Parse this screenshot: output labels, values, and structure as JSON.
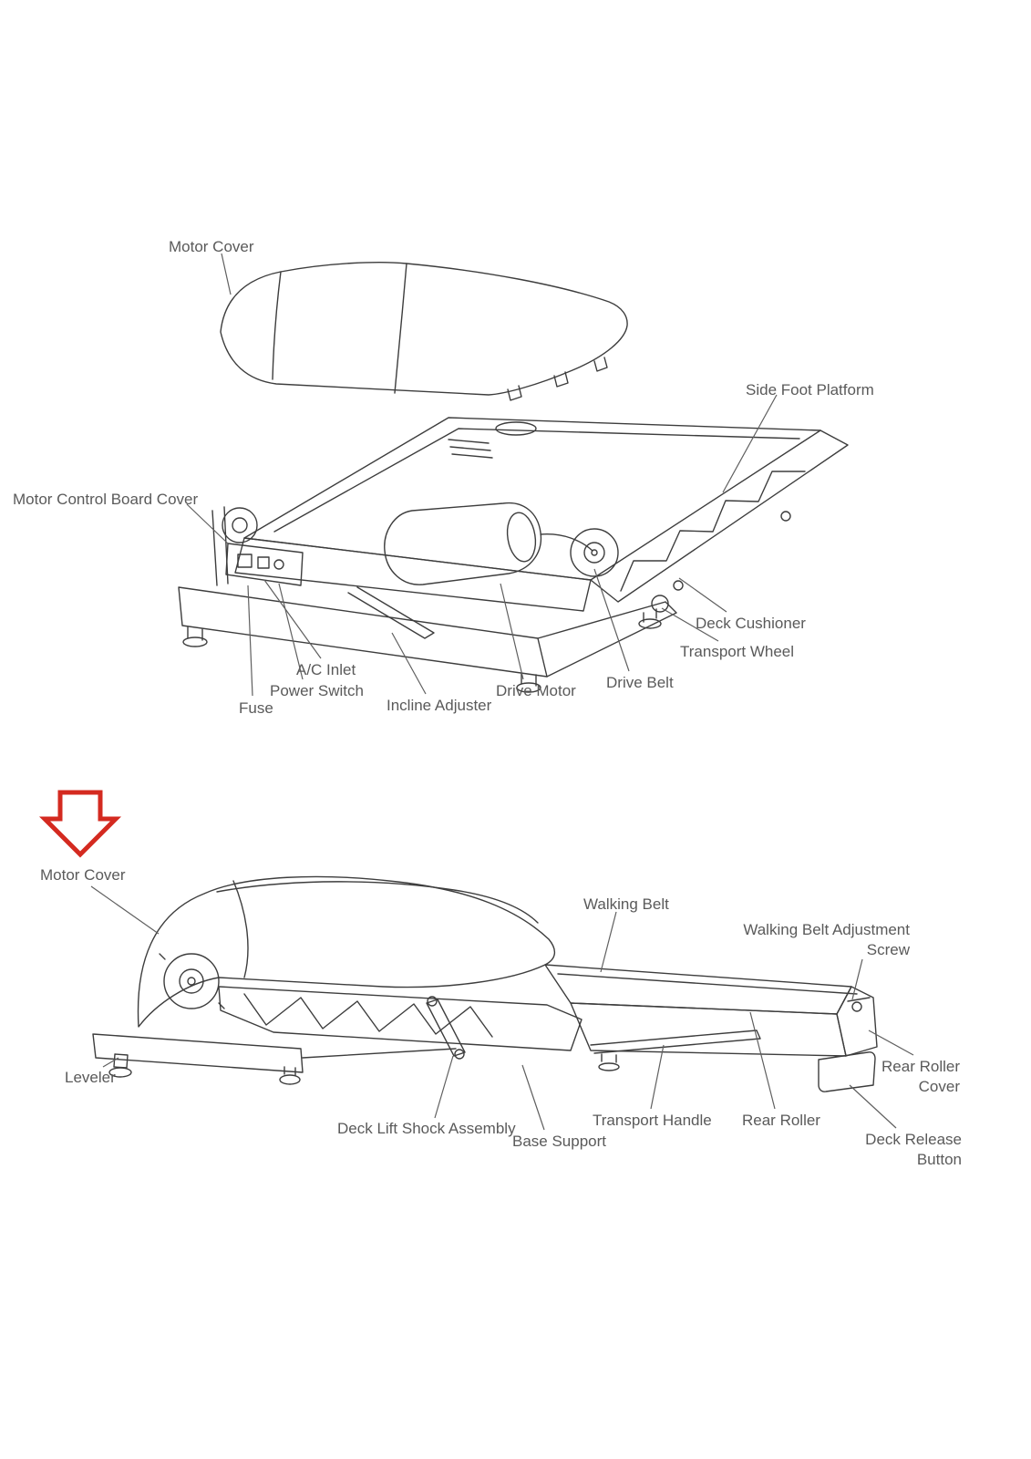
{
  "page": {
    "background": "#ffffff",
    "label_color": "#5a5a5a",
    "line_color": "#3d3d3d",
    "leader_color": "#5f5f5f",
    "arrow_color": "#d42a20"
  },
  "top_diagram": {
    "title": "treadmill-exploded-view",
    "labels": {
      "motor_cover": "Motor Cover",
      "side_foot_platform": "Side Foot Platform",
      "motor_control_board_cover": "Motor Control Board Cover",
      "deck_cushioner": "Deck Cushioner",
      "transport_wheel": "Transport Wheel",
      "ac_inlet": "A/C Inlet",
      "power_switch": "Power Switch",
      "fuse": "Fuse",
      "incline_adjuster": "Incline Adjuster",
      "drive_motor": "Drive Motor",
      "drive_belt": "Drive Belt"
    }
  },
  "bottom_diagram": {
    "title": "treadmill-assembled-view",
    "labels": {
      "motor_cover": "Motor Cover",
      "walking_belt": "Walking Belt",
      "walking_belt_adjustment_screw": {
        "line1": "Walking Belt Adjustment",
        "line2": "Screw"
      },
      "rear_roller_cover": {
        "line1": "Rear Roller",
        "line2": "Cover"
      },
      "leveler": "Leveler",
      "deck_lift_shock_assembly": "Deck Lift Shock Assembly",
      "base_support": "Base Support",
      "transport_handle": "Transport Handle",
      "rear_roller": "Rear Roller",
      "deck_release_button": {
        "line1": "Deck Release",
        "line2": "Button"
      }
    }
  }
}
